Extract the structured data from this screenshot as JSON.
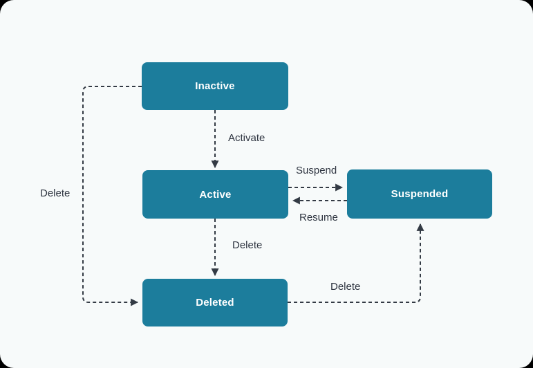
{
  "diagram": {
    "type": "state-diagram",
    "nodes": [
      {
        "id": "inactive",
        "label": "Inactive"
      },
      {
        "id": "active",
        "label": "Active"
      },
      {
        "id": "suspended",
        "label": "Suspended"
      },
      {
        "id": "deleted",
        "label": "Deleted"
      }
    ],
    "edges": [
      {
        "from": "inactive",
        "to": "active",
        "label": "Activate",
        "style": "dashed"
      },
      {
        "from": "active",
        "to": "suspended",
        "label": "Suspend",
        "style": "dashed"
      },
      {
        "from": "suspended",
        "to": "active",
        "label": "Resume",
        "style": "dashed"
      },
      {
        "from": "active",
        "to": "deleted",
        "label": "Delete",
        "style": "dashed"
      },
      {
        "from": "inactive",
        "to": "deleted",
        "label": "Delete",
        "style": "dashed"
      },
      {
        "from": "deleted",
        "to": "suspended",
        "label": "Delete",
        "style": "dashed"
      }
    ],
    "colors": {
      "node_fill": "#1c7d9c",
      "node_text": "#ffffff",
      "edge": "#333a44",
      "edge_label_text": "#2e3440",
      "background": "#f7fafa",
      "frame": "#000000"
    }
  }
}
